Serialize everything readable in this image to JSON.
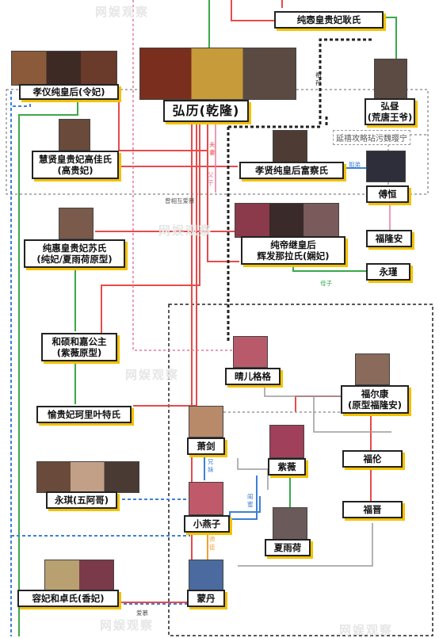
{
  "watermark": "网娱观察",
  "nodes": {
    "chun_hui_geng": "纯悫皇贵妃耿氏",
    "xiao_yi": "孝仪纯皇后(令妃)",
    "hong_li": "弘历(乾隆)",
    "hong_zhou": [
      "弘昼",
      "(荒唐王爷)"
    ],
    "yan_xi_note": "延禧攻略玷污魏璎宁",
    "hui_xian": [
      "慧贤皇贵妃高佳氏",
      "(高贵妃)"
    ],
    "xiao_xian": "孝贤纯皇后富察氏",
    "fu_heng": "傅恒",
    "chun_hui_su": [
      "纯惠皇贵妃苏氏",
      "(纯妃/夏雨荷原型)"
    ],
    "ji_di": [
      "纯帝继皇后",
      "辉发那拉氏(娴妃)"
    ],
    "fu_long_an": "福隆安",
    "yong_ji": "永瑾",
    "he_shuo": [
      "和硕和嘉公主",
      "(紫薇原型)"
    ],
    "qing_er": "晴儿格格",
    "yu_gui_fei": "愉贵妃珂里叶特氏",
    "fu_er_kang": [
      "福尔康",
      "(原型福隆安)"
    ],
    "xiao_jian": "萧剑",
    "zi_wei": "紫薇",
    "fu_lun": "福伦",
    "yong_qi": "永琪(五阿哥)",
    "xiao_yan_zi": "小燕子",
    "fu_jin": "福晋",
    "xia_yu_he": "夏雨荷",
    "rong_fei": "容妃和卓氏(香妃)",
    "meng_dan": "蒙丹"
  },
  "labels": {
    "zu_sun": "祖孙",
    "fu_qi": "夫妻",
    "fu_zi": "父子",
    "zeng_xiang_hu_ai_mu": "曾相互爱慕",
    "zu_di": "姐弟",
    "mu_zi": "母子",
    "xiong_mei": "兄妹",
    "gui_mi": "闺蜜",
    "shi_tu": "师徒",
    "ai_mu": "爱慕"
  },
  "colors": {
    "red": "#e84a4a",
    "green": "#3aa84a",
    "pink": "#e8799a",
    "blue": "#3f7fd6",
    "black": "#222222",
    "gray": "#9a9a9a",
    "orange": "#f0a030",
    "shadow": "#f2c200"
  }
}
